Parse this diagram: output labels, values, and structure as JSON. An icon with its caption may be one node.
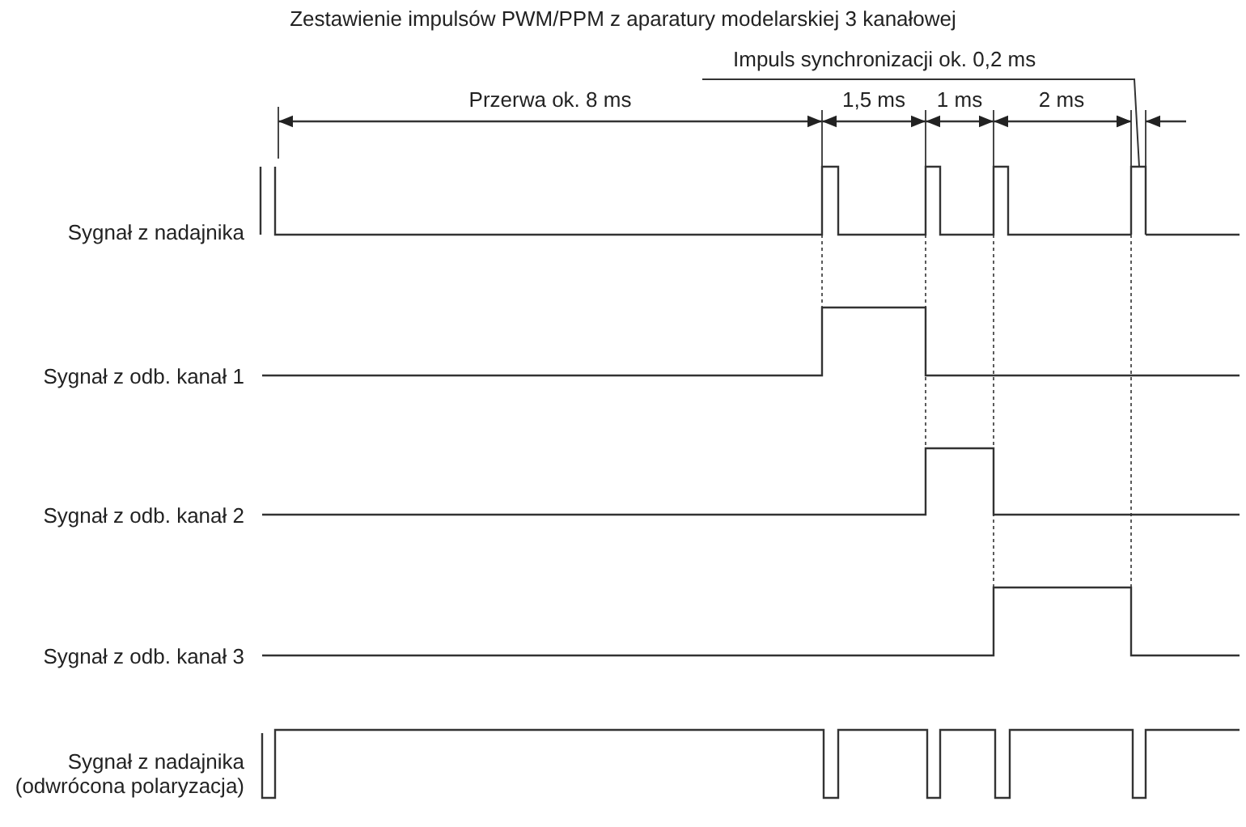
{
  "diagram": {
    "title": "Zestawienie impulsów PWM/PPM z aparatury modelarskiej 3 kanałowej",
    "nodes": [
      {
        "text": [
          "Impuls synchronizacji ok. 0,2 ms"
        ]
      },
      {
        "text": [],
        "shape": "bar"
      }
    ],
    "edges": [
      {
        "from": 0,
        "to": 1,
        "arrow": "none"
      }
    ],
    "labels": [
      "Przerwa ok. 8 ms",
      "1,5 ms",
      "1 ms",
      "2 ms",
      "Sygnał z nadajnika",
      "Sygnał z odb. kanał 1",
      "Sygnał z odb. kanał 2",
      "Sygnał z odb. kanał 3",
      "Sygnał z nadajnika (odwrócona polaryzacja)"
    ]
  }
}
